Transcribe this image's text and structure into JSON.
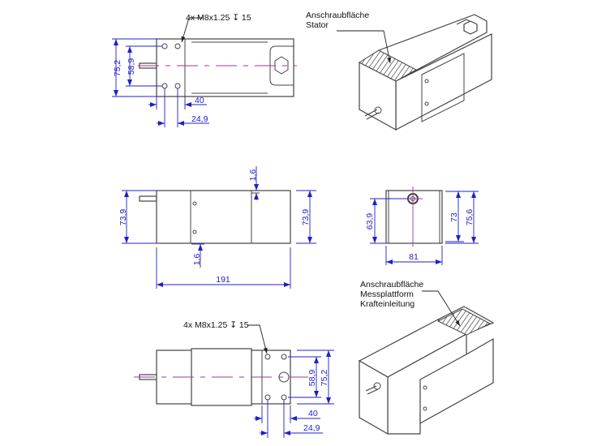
{
  "top_view": {
    "thread_note": "4x M8x1.25 ↧ 15",
    "dim_height_outer": "75,2",
    "dim_height_holes": "58,9",
    "dim_offset_edge": "40",
    "dim_hole_spacing": "24,9"
  },
  "iso_top": {
    "label_line1": "Anschraubfläche",
    "label_line2": "Stator"
  },
  "side_view": {
    "dim_height_left": "73,9",
    "dim_height_right": "73,9",
    "dim_gap_top": "1,6",
    "dim_gap_bottom": "1,6",
    "dim_length": "191"
  },
  "end_view": {
    "dim_hole_height": "63,9",
    "dim_height_inner": "73",
    "dim_height_outer": "75,6",
    "dim_width": "81"
  },
  "iso_bottom": {
    "label_line1": "Anschraubfläche",
    "label_line2": "Messplattform",
    "label_line3": "Krafteinleitung"
  },
  "bottom_view": {
    "thread_note": "4x M8x1.25 ↧ 15",
    "dim_height_holes": "58,9",
    "dim_height_outer": "75,2",
    "dim_offset_edge": "40",
    "dim_hole_spacing": "24,9"
  }
}
